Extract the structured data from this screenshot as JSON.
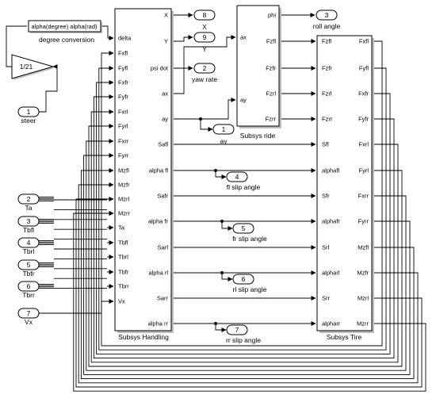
{
  "blocks": {
    "handling": {
      "name": "Subsys Handling",
      "inputs": [
        "delta",
        "Fxfl",
        "Fyfl",
        "Fxfr",
        "Fyfr",
        "Fxrl",
        "Fyrl",
        "Fxrr",
        "Fyrr",
        "Mzfl",
        "Mzfr",
        "Mzrl",
        "Mzrr",
        "Ta",
        "Tbfl",
        "Tbrl",
        "Tbfr",
        "Tbrr",
        "Vx"
      ],
      "outputs": [
        "X",
        "Y",
        "psi dot",
        "ax",
        "ay",
        "Safl",
        "alpha fl",
        "Safr",
        "alpha fr",
        "Sarl",
        "alpha rl",
        "Sarr",
        "alpha rr"
      ]
    },
    "ride": {
      "name": "Subsys ride",
      "inputs": [
        "ax",
        "ay"
      ],
      "outputs": [
        "phi",
        "Fzfl",
        "Fzfr",
        "Fzrl",
        "Fzrr"
      ]
    },
    "tire": {
      "name": "Subsys Tire",
      "inputs": [
        "Fzfl",
        "Fzfr",
        "Fzrl",
        "Fzrr",
        "Sfl",
        "alphafl",
        "Sfr",
        "alphafr",
        "Srl",
        "alpharl",
        "Srr",
        "alpharr"
      ],
      "outputs": [
        "Fxfl",
        "Fyfl",
        "Fxfr",
        "Fyfr",
        "Fxrl",
        "Fyrl",
        "Fxrr",
        "Fyrr",
        "Mzfl",
        "Mzfr",
        "Mzrl",
        "Mzrr"
      ]
    },
    "conversion": {
      "text": "alpha(degree) alpha(rad)",
      "name": "degree conversion"
    },
    "gain": {
      "text": "1/21"
    }
  },
  "inports": [
    {
      "num": "1",
      "label": "steer"
    },
    {
      "num": "2",
      "label": "Ta"
    },
    {
      "num": "3",
      "label": "Tbfl"
    },
    {
      "num": "4",
      "label": "Tbrl"
    },
    {
      "num": "5",
      "label": "Tbfr"
    },
    {
      "num": "6",
      "label": "Tbrr"
    },
    {
      "num": "7",
      "label": "Vx"
    }
  ],
  "outports": [
    {
      "num": "8",
      "label": "X"
    },
    {
      "num": "9",
      "label": "Y"
    },
    {
      "num": "2",
      "label": "yaw rate"
    },
    {
      "num": "1",
      "label": "ay"
    },
    {
      "num": "3",
      "label": "roll angle"
    },
    {
      "num": "4",
      "label": "fl slip angle"
    },
    {
      "num": "5",
      "label": "fr slip angle"
    },
    {
      "num": "6",
      "label": "rl slip angle"
    },
    {
      "num": "7",
      "label": "rr slip angle"
    }
  ]
}
